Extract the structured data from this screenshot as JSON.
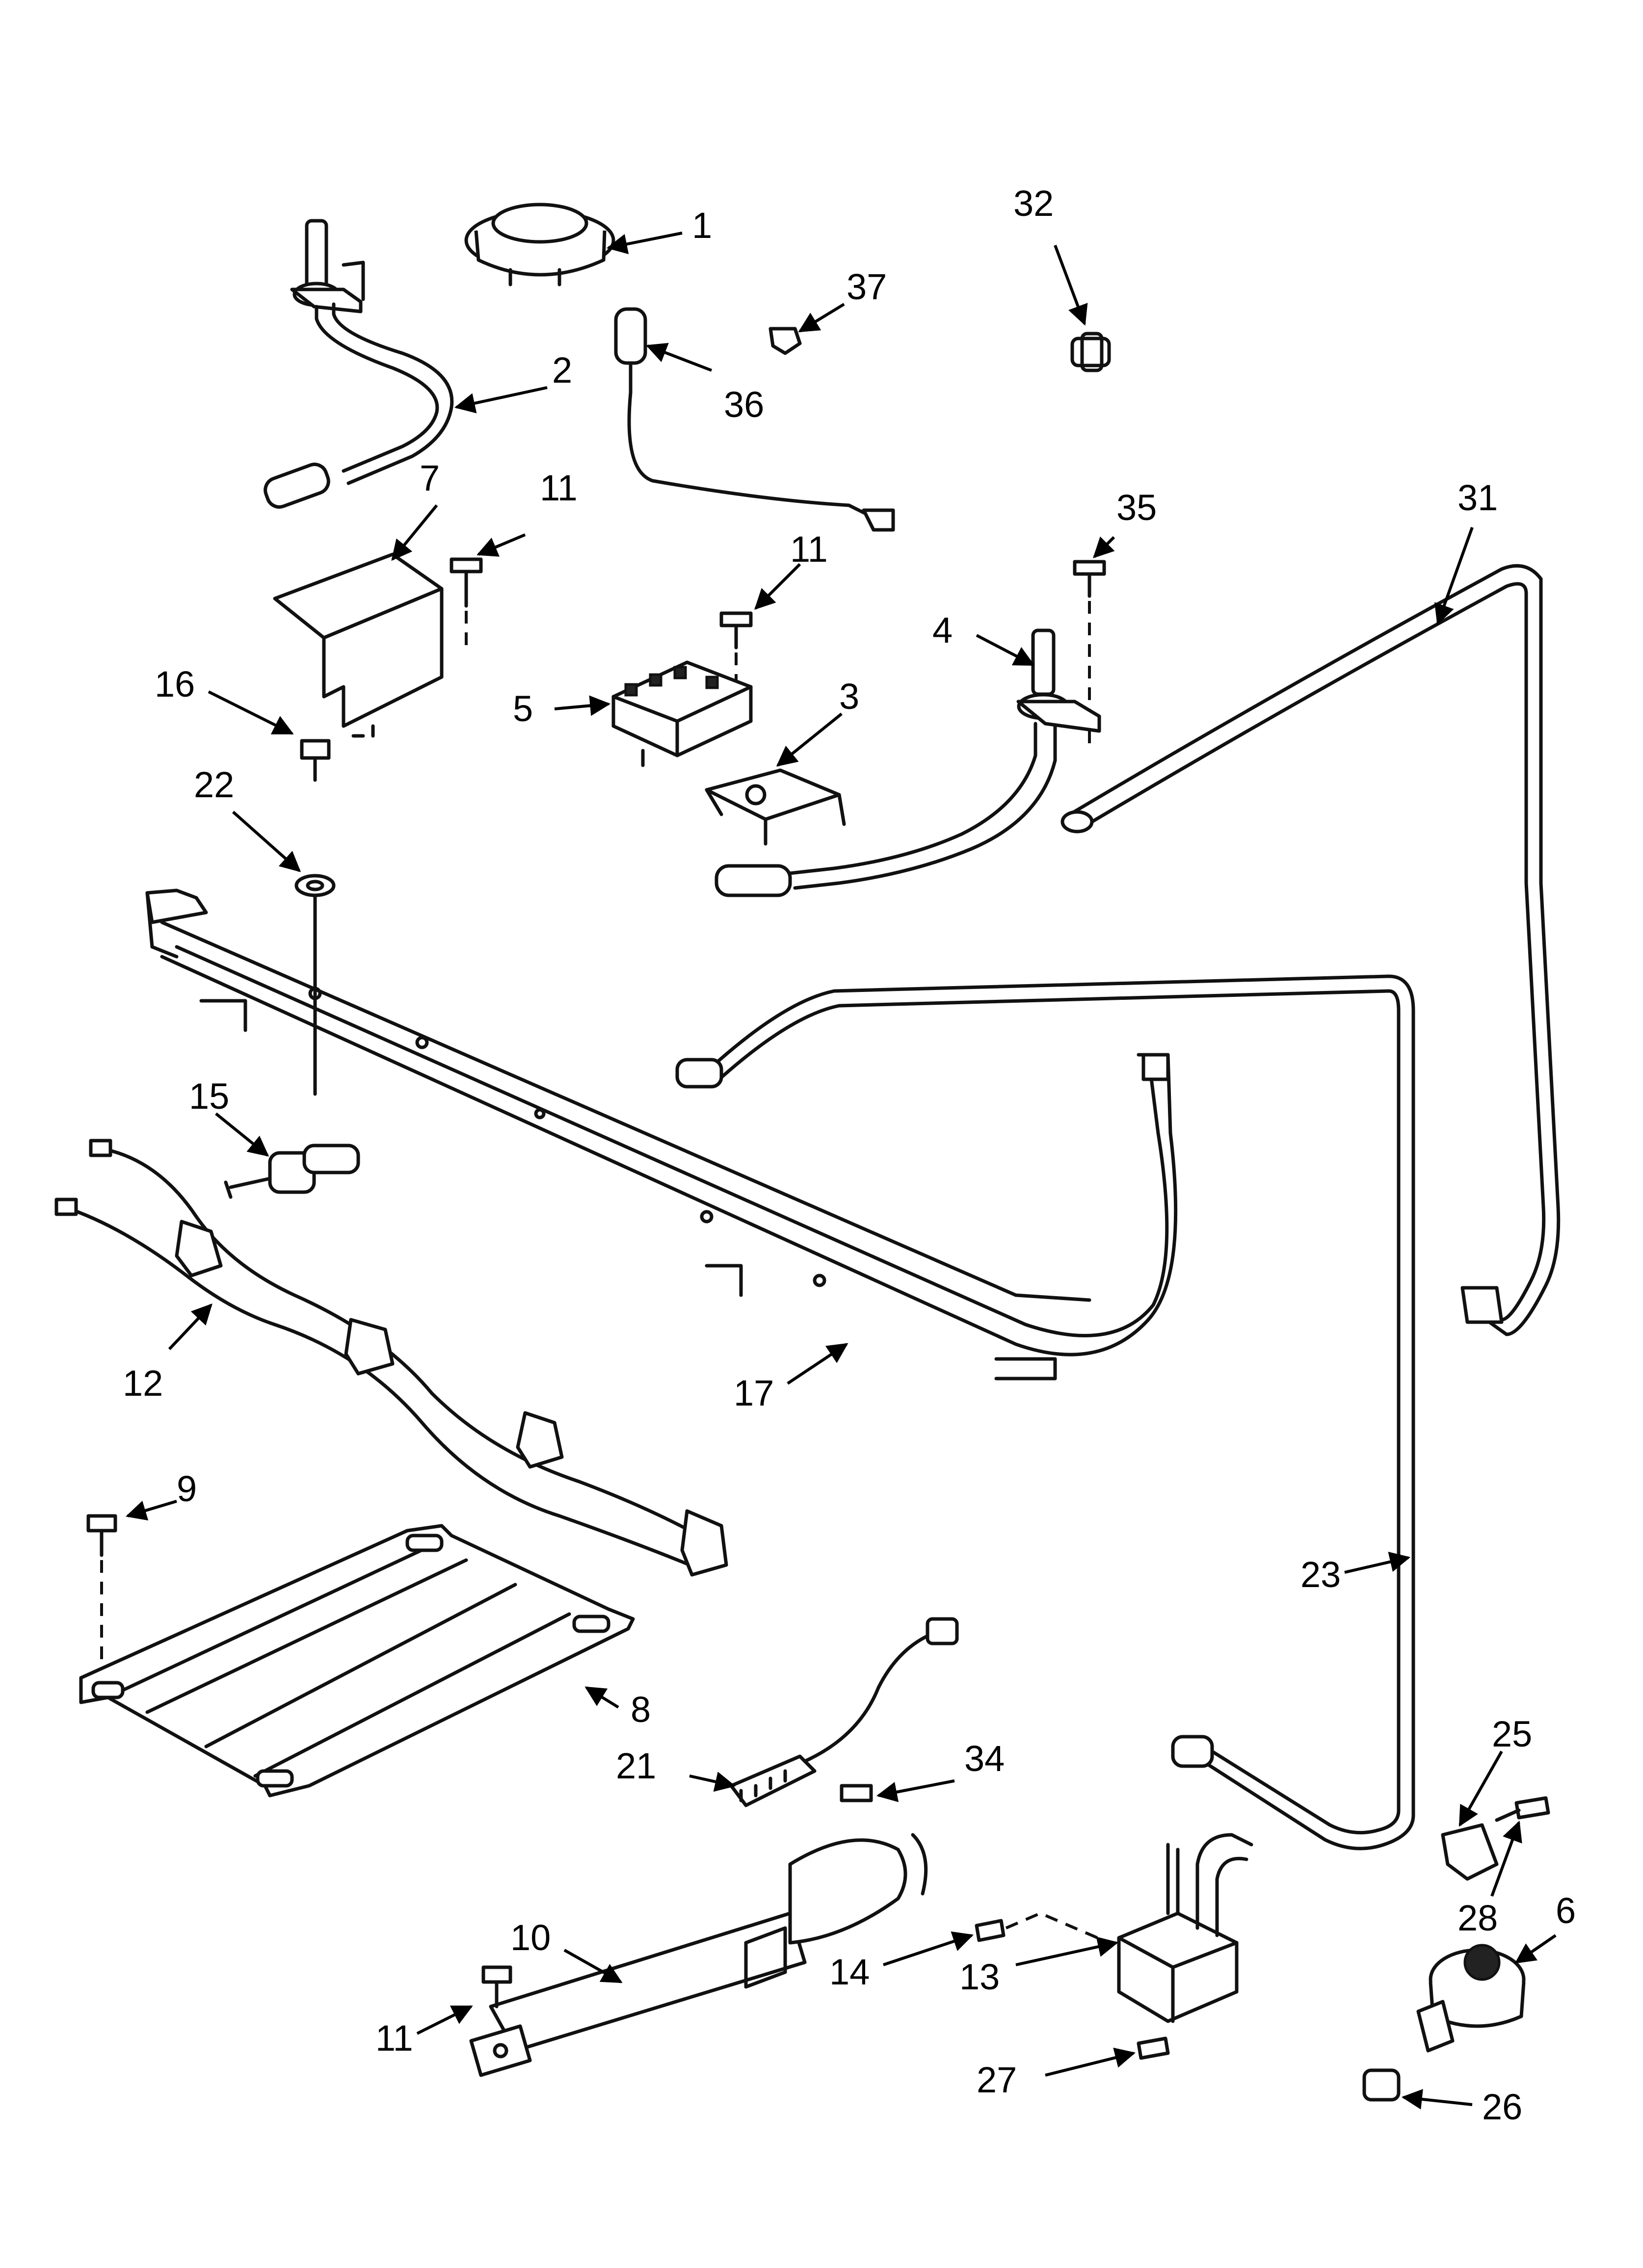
{
  "callouts": [
    {
      "id": "c1",
      "text": "1"
    },
    {
      "id": "c2",
      "text": "2"
    },
    {
      "id": "c3",
      "text": "3"
    },
    {
      "id": "c4",
      "text": "4"
    },
    {
      "id": "c5",
      "text": "5"
    },
    {
      "id": "c6",
      "text": "6"
    },
    {
      "id": "c7",
      "text": "7"
    },
    {
      "id": "c8",
      "text": "8"
    },
    {
      "id": "c9",
      "text": "9"
    },
    {
      "id": "c10",
      "text": "10"
    },
    {
      "id": "c11a",
      "text": "11"
    },
    {
      "id": "c11b",
      "text": "11"
    },
    {
      "id": "c11c",
      "text": "11"
    },
    {
      "id": "c12",
      "text": "12"
    },
    {
      "id": "c13",
      "text": "13"
    },
    {
      "id": "c14",
      "text": "14"
    },
    {
      "id": "c15",
      "text": "15"
    },
    {
      "id": "c16",
      "text": "16"
    },
    {
      "id": "c17",
      "text": "17"
    },
    {
      "id": "c21",
      "text": "21"
    },
    {
      "id": "c22",
      "text": "22"
    },
    {
      "id": "c23",
      "text": "23"
    },
    {
      "id": "c25",
      "text": "25"
    },
    {
      "id": "c26",
      "text": "26"
    },
    {
      "id": "c27",
      "text": "27"
    },
    {
      "id": "c28",
      "text": "28"
    },
    {
      "id": "c31",
      "text": "31"
    },
    {
      "id": "c32",
      "text": "32"
    },
    {
      "id": "c34",
      "text": "34"
    },
    {
      "id": "c35",
      "text": "35"
    },
    {
      "id": "c36",
      "text": "36"
    },
    {
      "id": "c37",
      "text": "37"
    }
  ]
}
